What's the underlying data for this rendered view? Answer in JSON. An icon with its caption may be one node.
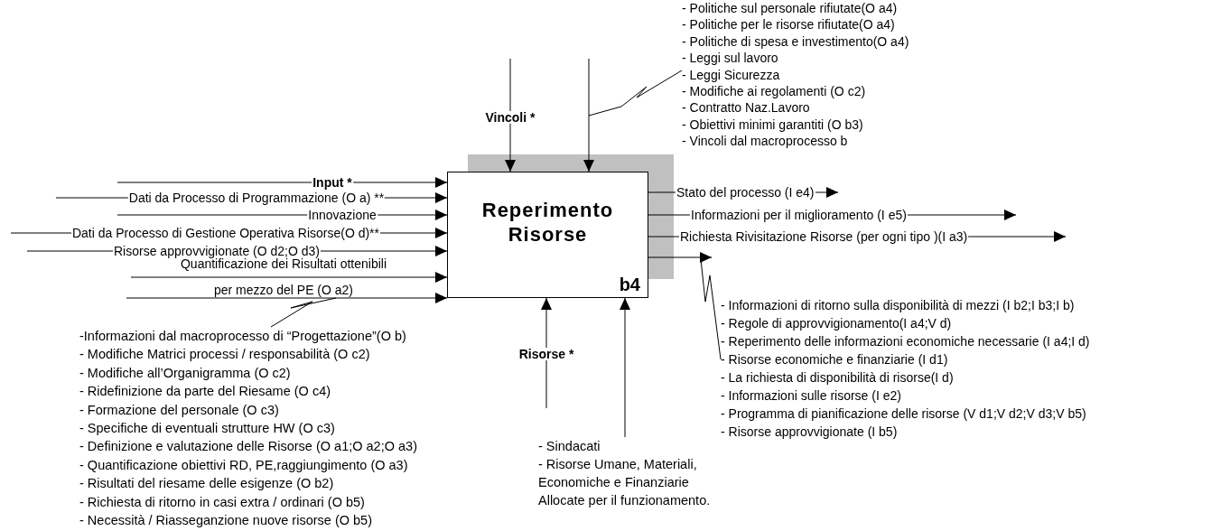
{
  "diagram": {
    "nodes": [
      {
        "text": [
          "- Politiche sul personale rifiutate(O a4)",
          "- Politiche per le risorse rifiutate(O a4)",
          "- Politiche di spesa e investimento(O a4)",
          "- Leggi sul lavoro",
          "- Leggi Sicurezza",
          "- Modifiche ai regolamenti (O c2)",
          "- Contratto Naz.Lavoro",
          "- Obiettivi minimi garantiti (O b3)",
          "- Vincoli dal macroprocesso b"
        ]
      },
      {
        "text": [
          "Reperimento Risorse",
          "b4"
        ]
      },
      {
        "text": [
          "- Informazioni di ritorno sulla disponibilità di mezzi (I b2;I b3;I b)",
          "- Regole di approvvigionamento(I a4;V d)",
          "- Reperimento delle informazioni economiche necessarie (I a4;I d)",
          "- Risorse economiche e finanziarie (I d1)",
          "- La richiesta di disponibilità di risorse(I d)",
          "- Informazioni sulle risorse (I e2)",
          "- Programma di pianificazione delle risorse (V d1;V d2;V d3;V b5)",
          "- Risorse approvvigionate (I b5)"
        ]
      },
      {
        "text": [
          "-Informazioni dal macroprocesso di “Progettazione”(O b)",
          "- Modifiche Matrici processi / responsabilità (O c2)",
          "- Modifiche all’Organigramma (O c2)",
          "- Ridefinizione da parte del Riesame (O c4)",
          "- Formazione del personale (O c3)",
          "- Specifiche di eventuali strutture HW (O c3)",
          "- Definizione e valutazione delle Risorse (O a1;O a2;O a3)",
          "- Quantificazione obiettivi RD, PE,raggiungimento (O a3)",
          "- Risultati del riesame delle esigenze (O b2)",
          "- Richiesta di ritorno in casi extra / ordinari (O b5)",
          "- Necessità / Riasseganzione nuove risorse (O b5)"
        ]
      },
      {
        "text": [
          "- Sindacati",
          "- Risorse Umane, Materiali, Economiche e Finanziarie Allocate per il funzionamento."
        ]
      }
    ],
    "edges": [
      {
        "from": null,
        "to": 1,
        "arrow": "to",
        "label": "Vincoli *"
      },
      {
        "from": 0,
        "to": 1,
        "arrow": "to"
      },
      {
        "from": null,
        "to": 1,
        "arrow": "to",
        "label": "Input *"
      },
      {
        "from": null,
        "to": 1,
        "arrow": "to",
        "label": "Dati da Processo di Programmazione (O a) **"
      },
      {
        "from": null,
        "to": 1,
        "arrow": "to",
        "label": "Innovazione"
      },
      {
        "from": null,
        "to": 1,
        "arrow": "to",
        "label": "Dati da Processo di Gestione Operativa Risorse(O d)**"
      },
      {
        "from": null,
        "to": 1,
        "arrow": "to",
        "label": "Risorse approvvigionate (O d2;O d3)"
      },
      {
        "from": null,
        "to": 1,
        "arrow": "to",
        "label": "Quantificazione dei Risultati ottenibili per mezzo del PE (O a2)"
      },
      {
        "from": 3,
        "to": 1,
        "arrow": "to"
      },
      {
        "from": 1,
        "to": null,
        "arrow": "to",
        "label": "Stato del processo (I e4)"
      },
      {
        "from": 1,
        "to": null,
        "arrow": "to",
        "label": "Informazioni per il miglioramento (I e5)"
      },
      {
        "from": 1,
        "to": null,
        "arrow": "to",
        "label": "Richiesta Rivisitazione Risorse (per ogni tipo )(I a3)"
      },
      {
        "from": 1,
        "to": null,
        "arrow": "to"
      },
      {
        "from": 2,
        "to": null,
        "arrow": "none"
      },
      {
        "from": null,
        "to": 1,
        "arrow": "to",
        "label": "Risorse *"
      },
      {
        "from": 4,
        "to": 1,
        "arrow": "to"
      }
    ]
  }
}
